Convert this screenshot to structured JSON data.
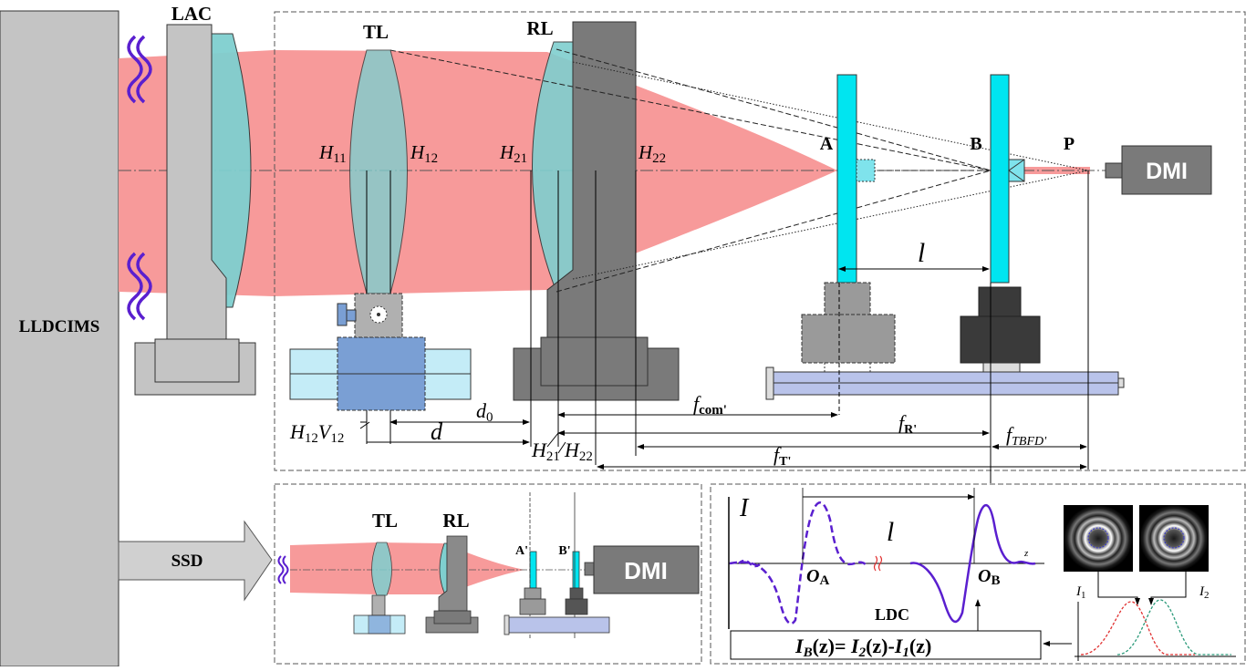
{
  "labels": {
    "lldcims": "LLDCIMS",
    "lac": "LAC",
    "tl": "TL",
    "rl": "RL",
    "dmi": "DMI",
    "ssd": "SSD",
    "ldc": "LDC",
    "point_a": "A",
    "point_b": "B",
    "point_p": "P",
    "point_a_prime": "A'",
    "point_b_prime": "B'",
    "l": "l",
    "intensity": "I",
    "z": "z",
    "o_a": "O",
    "o_a_sub": "A",
    "o_b": "O",
    "o_b_sub": "B",
    "i1": "I",
    "i1_sub": "1",
    "i2": "I",
    "i2_sub": "2"
  },
  "planes": {
    "h11": {
      "main": "H",
      "sub": "11"
    },
    "h12": {
      "main": "H",
      "sub": "12"
    },
    "h21": {
      "main": "H",
      "sub": "21"
    },
    "h22": {
      "main": "H",
      "sub": "22"
    }
  },
  "dims": {
    "h12v12": {
      "h": "H",
      "h_sub": "12",
      "v": "V",
      "v_sub": "12"
    },
    "d0": {
      "main": "d",
      "sub": "0"
    },
    "d": "d",
    "h21": {
      "main": "H",
      "sub": "21"
    },
    "h22": {
      "main": "H",
      "sub": "22"
    },
    "fcom": {
      "main": "f",
      "sub": "com'"
    },
    "fr": {
      "main": "f",
      "sub": "R'"
    },
    "ftbfd": {
      "main": "f",
      "sub": "TBFD'"
    },
    "ft": {
      "main": "f",
      "sub": "T'"
    }
  },
  "formula": {
    "lhs": "I",
    "lhs_sub": "B",
    "mid": "(z)= ",
    "t1": "I",
    "t1_sub": "2",
    "t2": "(z)-",
    "t3": "I",
    "t3_sub": "1",
    "t4": "(z)"
  },
  "colors": {
    "beam": "#f79a9a",
    "lens": "#7fcfcf",
    "mirror": "#00e5f0",
    "dark_gray": "#7a7a7a",
    "light_gray": "#c8c8c8",
    "stage_blue": "#b9c3ea",
    "purple": "#5a1fcf"
  }
}
